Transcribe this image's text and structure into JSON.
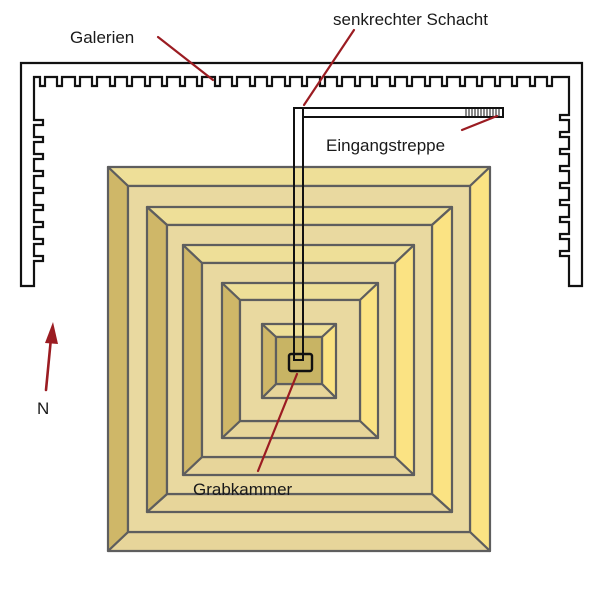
{
  "labels": {
    "galleries": "Galerien",
    "vertical_shaft": "senkrechter Schacht",
    "entrance_stairs": "Eingangstreppe",
    "burial_chamber": "Grabkammer",
    "north": "N"
  },
  "colors": {
    "outline": "#5e5e5e",
    "arrow": "#9b1c22",
    "gallery_line": "#111111",
    "face_top": "#eedf98",
    "face_left": "#cfb768",
    "face_right": "#fbe383",
    "face_bottom": "#e7d59a",
    "terrace": "#e9d9a0",
    "core": "#c8b464"
  }
}
